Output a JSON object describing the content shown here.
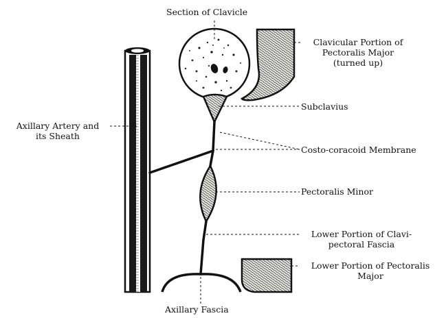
{
  "figure": {
    "labels": {
      "clavicle": "Section of Clavicle",
      "clavicular_portion_line1": "Clavicular Portion of",
      "clavicular_portion_line2": "Pectoralis Major",
      "clavicular_portion_line3": "(turned up)",
      "subclavius": "Subclavius",
      "axillary_artery_line1": "Axillary Artery and",
      "axillary_artery_line2": "its Sheath",
      "costo_coracoid": "Costo-coracoid Membrane",
      "pectoralis_minor": "Pectoralis Minor",
      "lower_clavi_line1": "Lower Portion of Clavi-",
      "lower_clavi_line2": "pectoral Fascia",
      "lower_pectoralis_line1": "Lower Portion of Pectoralis",
      "lower_pectoralis_line2": "Major",
      "axillary_fascia": "Axillary Fascia"
    },
    "colors": {
      "ink": "#111111",
      "paper": "#ffffff",
      "muscle_fill": "#e6e6e0"
    }
  }
}
